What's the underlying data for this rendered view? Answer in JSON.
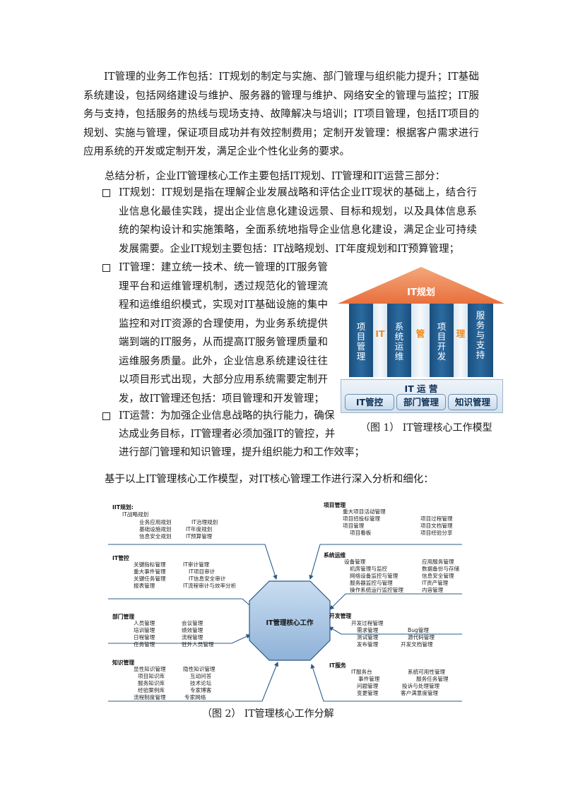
{
  "intro_paragraph": "IT管理的业务工作包括：IT规划的制定与实施、部门管理与组织能力提升；IT基础系统建设，包括网络建设与维护、服务器的管理与维护、网络安全的管理与监控；IT服务与支持，包括服务的热线与现场支持、故障解决与培训；IT项目管理，包括IT项目的规划、实施与管理，保证项目成功并有效控制费用；定制开发管理：根据客户需求进行应用系统的开发或定制开发，满足企业个性化业务的要求。",
  "summary_line": "总结分析，企业IT管理核心工作主要包括IT规划、IT管理和IT运营三部分：",
  "bullets": {
    "planning": "IT规划：IT规划是指在理解企业发展战略和评估企业IT现状的基础上，结合行业信息化最佳实践，提出企业信息化建设远景、目标和规划，以及具体信息系统的架构设计和实施策略，全面系统地指导企业信息化建设，满足企业可持续发展需要。企业IT规划主要包括：IT战略规划、IT年度规划和IT预算管理；",
    "management": "IT管理：建立统一技术、统一管理的IT服务管理平台和运维管理机制，透过规范化的管理流程和运维组织模式，实现对IT基础设施的集中监控和对IT资源的合理使用，为业务系统提供端到端的IT服务，从而提高IT服务管理质量和运维服务质量。此外，企业信息系统建设往往以项目形式出现，大部分应用系统需要定制开发，故IT管理还包括：项目管理和开发管理；",
    "operations_line1": "IT运营：为加强企业信息战略的执行能力，确保",
    "operations_line2": "达成业务目标，IT管理者必须加强IT的管控，并",
    "operations_line3": "进行部门管理和知识管理，提升组织能力和工作效率；"
  },
  "figure1": {
    "roof_label": "IT规划",
    "columns": [
      "项目管理",
      "系统运维",
      "项目开发",
      "服务与支持"
    ],
    "spacers": [
      "IT",
      "管",
      "理"
    ],
    "base_label": "IT 运 营",
    "base_buttons": [
      "IT管控",
      "部门管理",
      "知识管理"
    ],
    "caption": "（图 1） IT管理核心工作模型"
  },
  "base_line": "基于以上IT管理核心工作模型，对IT核心管理工作进行深入分析和细化：",
  "figure2": {
    "center": "IT管理核心工作",
    "caption": "（图 2） IT管理核心工作分解",
    "it_planning": {
      "title": "IIT规划:",
      "lines": [
        "IT战略规划",
        "业务应用规划",
        "IT治理规划",
        "基础设施规划",
        "IT年度规划",
        "信息安全规划",
        "IT预算管理"
      ]
    },
    "it_control": {
      "title": "IT管控",
      "left": [
        "关键指标管理",
        "重大事件管理",
        "关键任务管理",
        "报表管理"
      ],
      "right": [
        "IT审计管理",
        "IT项目审计",
        "IT信息安全审计",
        "IT流程审计与效率分析"
      ]
    },
    "dept": {
      "title": "部门管理",
      "left": [
        "人员管理",
        "培训管理",
        "日程管理",
        "任务管理"
      ],
      "right": [
        "会议管理",
        "绩效管理",
        "流程管理",
        "驻外人员管理"
      ]
    },
    "knowledge": {
      "title": "知识管理",
      "left": [
        "显性知识管理",
        "项目知识库",
        "服务知识库",
        "经验案例库",
        "流程制度管理"
      ],
      "right": [
        "隐性知识管理",
        "互动问答",
        "技术论坛",
        "专家博客",
        "专家网络"
      ]
    },
    "project": {
      "title": "项目管理",
      "left": [
        "重大项目活动管理",
        "项目招投标管理",
        "项目管理",
        "项目看板"
      ],
      "right": [
        "项目过程管理",
        "项目文档管理",
        "项目经验分享"
      ]
    },
    "ops": {
      "title": "系统运维",
      "left": [
        "设备管理",
        "机房管理与监控",
        "网络设备监控与管理",
        "服务器监控与管理",
        "操作系统运行监控管理"
      ],
      "right": [
        "应用服务管理",
        "数据备份与存储",
        "信息安全管理",
        "IT资产管理",
        "内容管理"
      ]
    },
    "dev": {
      "title": "开发管理",
      "left": [
        "开发过程管理",
        "需求管理",
        "测试管理",
        "发布管理"
      ],
      "right": [
        "Bug管理",
        "源代码管理",
        "开发文档管理"
      ]
    },
    "service": {
      "title": "IT服务",
      "left": [
        "IT服务台",
        "事件管理",
        "问题管理",
        "变更管理"
      ],
      "right": [
        "系统可用性管理",
        "服务任务管理",
        "投诉与处理管理",
        "客户满意度管理"
      ]
    }
  }
}
